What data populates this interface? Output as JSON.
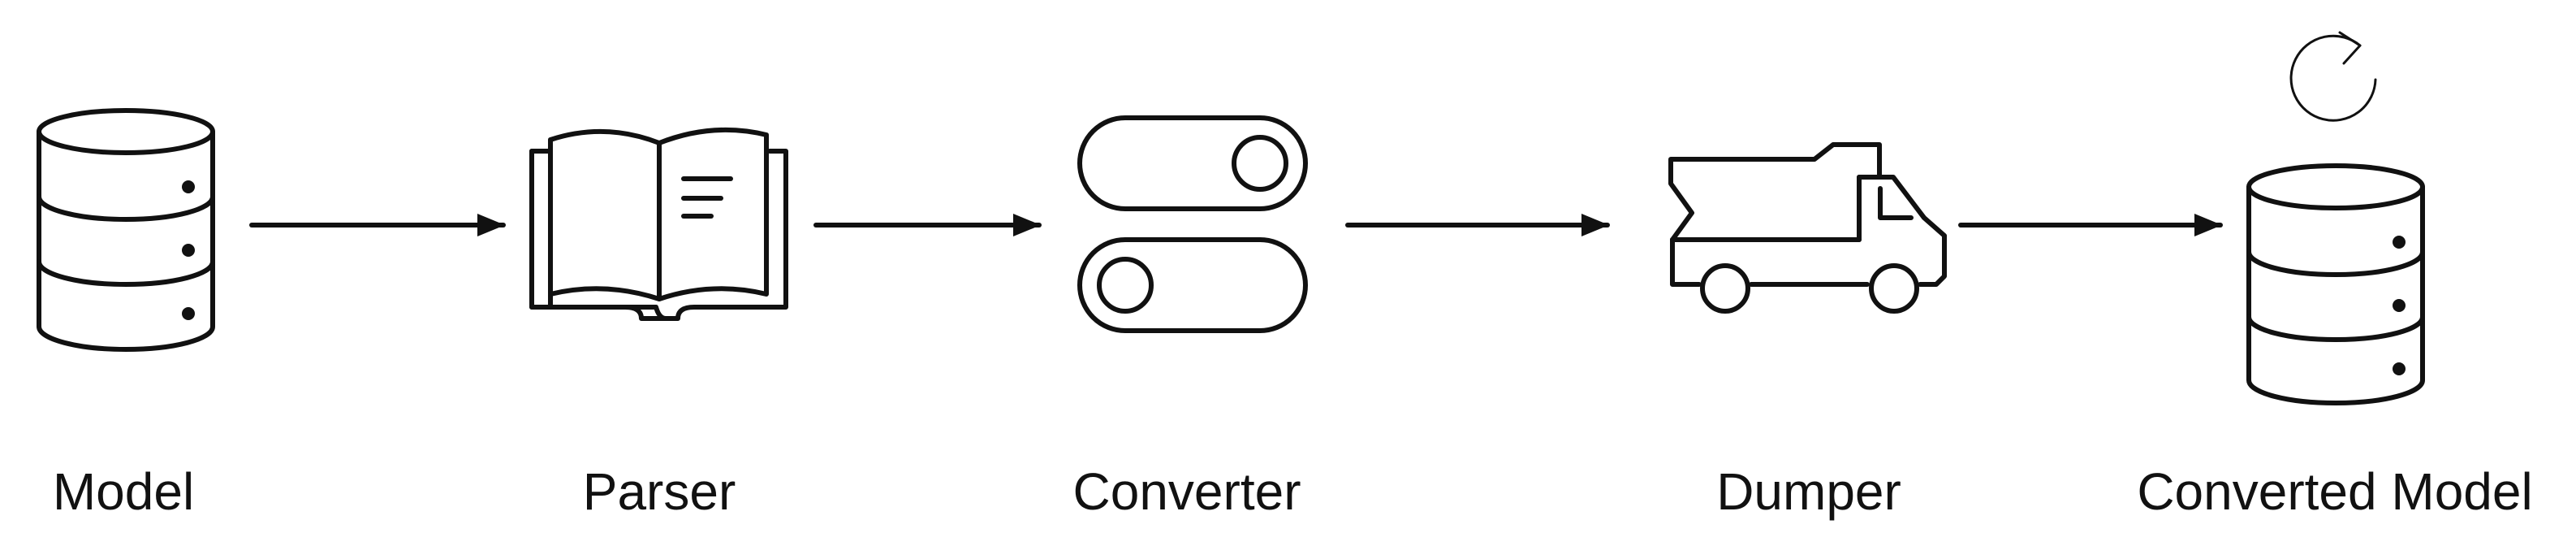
{
  "stages": [
    {
      "id": "model",
      "label": "Model",
      "icon": "database-icon"
    },
    {
      "id": "parser",
      "label": "Parser",
      "icon": "open-book-icon"
    },
    {
      "id": "converter",
      "label": "Converter",
      "icon": "toggle-switches-icon"
    },
    {
      "id": "dumper",
      "label": "Dumper",
      "icon": "dump-truck-icon"
    },
    {
      "id": "converted-model",
      "label": "Converted Model",
      "icon": "database-icon",
      "badge": "refresh-icon"
    }
  ],
  "connections": [
    {
      "from": "model",
      "to": "parser"
    },
    {
      "from": "parser",
      "to": "converter"
    },
    {
      "from": "converter",
      "to": "dumper"
    },
    {
      "from": "dumper",
      "to": "converted-model"
    }
  ]
}
